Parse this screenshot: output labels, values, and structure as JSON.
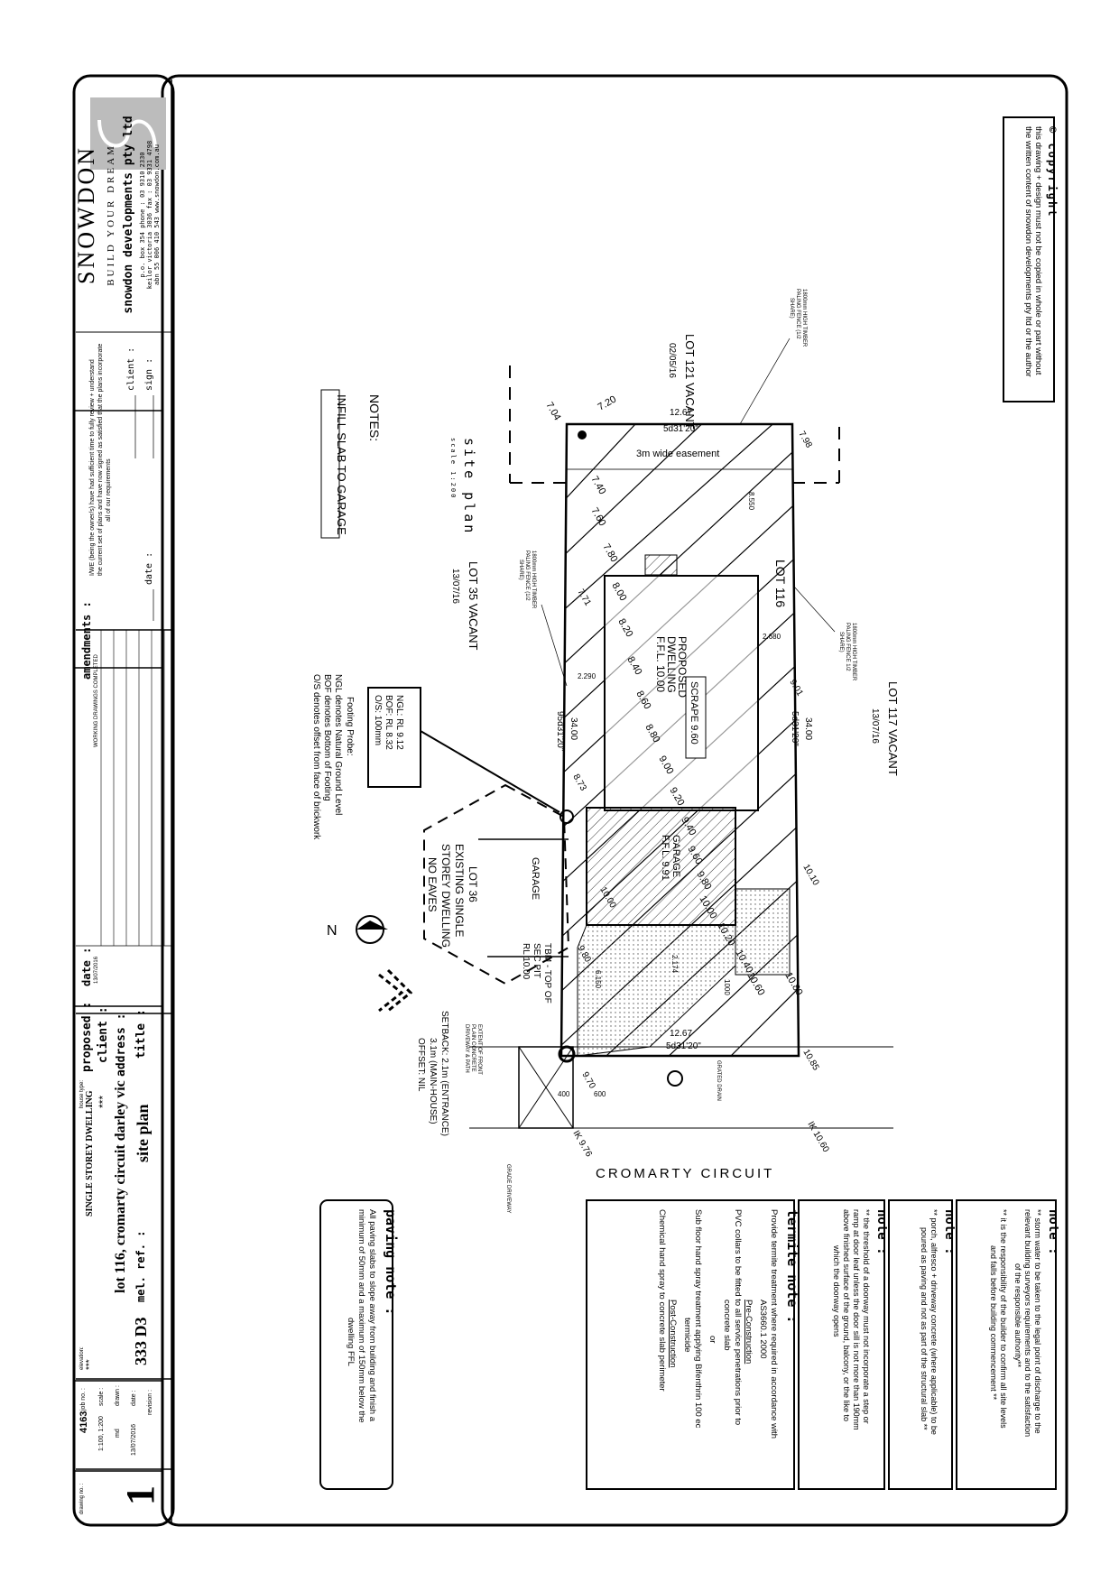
{
  "copyright": {
    "heading": "© copyright",
    "lines": [
      "this drawing + design must not be copied in whole or part without",
      "the written content of snowdon developments pty ltd or the author"
    ]
  },
  "notes_general": {
    "heading": "note :",
    "lines": [
      "** storm water to be taken to the legal point of discharge to the",
      "relevant building surveyors requirements and to the satisfaction",
      "of the responsible authority**",
      "** it is the responsibility of the builder to confirm all site levels",
      "and falls before building commencement **"
    ]
  },
  "note_porch": {
    "heading": "note :",
    "lines": [
      "** porch, alfresco + driveway concrete (where applicable) to be",
      "poured as paving and not as part of the structural slab **"
    ]
  },
  "note_threshold": {
    "heading": "note :",
    "lines": [
      "** the threshold of a doorway must not incorporate a step or",
      "ramp at door leaf unless the door sill is not more than 190mm",
      "above finished surface of the ground, balcony, or the like to",
      "which the doorway opens"
    ]
  },
  "termite_note": {
    "heading": "termite note :",
    "lines": [
      "Provide termite treatment where required in accordance with",
      "AS3660.1 2000",
      "Pre-Construction",
      "PVC collars to be fitted to all service penetrations prior to",
      "concrete slab",
      "or",
      "Sub floor hand spray treatment applying Bifenthrin 100 ec",
      "termicide",
      "Post-Construction",
      "Chemical hand spray to concrete slab perimeter"
    ]
  },
  "paving_note": {
    "heading": "paving note :",
    "lines": [
      "All paving slabs to slope away from building and finish a",
      "minimum of 50mm and a maximum of 150mm below the",
      "dwelling FFL"
    ]
  },
  "notes_infill": {
    "heading": "NOTES:",
    "text": "INFILL SLAB TO GARAGE"
  },
  "site_plan_label": {
    "title": "site plan",
    "scale": "scale 1:200"
  },
  "lots": {
    "lot121": {
      "name": "LOT 121 VACANT",
      "date": "02/05/16"
    },
    "lot117": {
      "name": "LOT 117 VACANT",
      "date": "13/07/16"
    },
    "lot35": {
      "name": "LOT 35 VACANT",
      "date": "13/07/16"
    },
    "lot116": "LOT 116",
    "lot36": [
      "LOT 36",
      "EXISTING SINGLE",
      "STOREY DWELLING",
      "NO EAVES"
    ]
  },
  "fences": {
    "top": [
      "1800mm HIGH TIMBER",
      "PALING FENCE (1/2",
      "SHARE)"
    ],
    "right": [
      "1800mm HIGH TIMBER",
      "PALING FENCE 1/2",
      "SHARE)"
    ],
    "left": [
      "1800mm HIGH TIMBER",
      "PALING FENCE (1/2",
      "SHARE)"
    ]
  },
  "site": {
    "easement": "3m wide easement",
    "dwelling": [
      "PROPOSED",
      "DWELLING",
      "F.F.L. 10.00"
    ],
    "scrape": "SCRAPE 9.60",
    "garage": [
      "GARAGE",
      "F.F.L. 9.91"
    ],
    "garage_label": "GARAGE",
    "street": "CROMARTY CIRCUIT",
    "grated_drain": "GRATED DRAIN",
    "grade_driveway": "GRADE DRIVEWAY",
    "extent": [
      "EXTENT OF FRONT",
      "PLAIN CONCRETE",
      "DRIVEWAY & PATH"
    ],
    "setback": [
      "SETBACK: 2.1m (ENTRANCE)",
      "3.1m (MAIN-HOUSE)",
      "OFFSET: NIL"
    ],
    "tbm": [
      "TBM - TOP OF",
      "SEC PIT",
      "RL 10.00"
    ],
    "north": "N",
    "ik_left": "IK 9.76",
    "ik_right": "IK 10.60"
  },
  "dimensions": {
    "top_length": "12.67",
    "top_bearing": "5d31'20\"",
    "bottom_length": "12.67",
    "bottom_bearing": "5d31'20\"",
    "left_length": "34.00",
    "left_bearing": "95d31'20\"",
    "right_length": "34.00",
    "right_bearing": "5d31'20\"",
    "d8550": "8.550",
    "d2680": "2.680",
    "d2290": "2.290",
    "d400": "400",
    "d600": "600",
    "d1000": "1000",
    "d6150": "6.150",
    "d2174": "2.174"
  },
  "contours": [
    "7.04",
    "7.20",
    "7.40",
    "7.60",
    "7.80",
    "8.00",
    "8.20",
    "8.40",
    "8.60",
    "8.80",
    "9.00",
    "9.20",
    "9.40",
    "9.60",
    "9.80",
    "10.00",
    "10.20",
    "10.40",
    "10.60",
    "10.80"
  ],
  "spot_levels": [
    "7.98",
    "7.71",
    "9.01",
    "8.73",
    "10.10",
    "10.85",
    "9.80",
    "9.70",
    "10.00"
  ],
  "footing": {
    "box": [
      "NGL: RL 9.12",
      "BOF: RL 8.32",
      "O/S: 100mm"
    ],
    "heading": "Footing Probe:",
    "lines": [
      "NGL denotes Natural Ground Level",
      "BOF denotes Bottom of Footing",
      "O/S denotes offset from face of brickwork"
    ]
  },
  "title_block": {
    "brand": "SNOWDON",
    "tagline": "BUILD YOUR DREAM",
    "company": "snowdon developments pty ltd",
    "contact": [
      "p.o. box 354    phone : 03 9310 2330",
      "keilor victoria 3036    fax : 03 9331 4798",
      "abn 55 006 410 543 www.snowdon.com.au"
    ],
    "declaration": [
      "I/WE (being the owner/s) have had sufficient time to fully review + understand",
      "the current set of plans and have now signed as satisfied that the plans incorporate",
      "all of our requirements"
    ],
    "client_label": "client :",
    "sign_label": "sign :",
    "date_label": "date :",
    "amendments_label": "amendments :",
    "amendment_row": "WORKING DRAWINGS COMPLETED",
    "amendment_date": "13/07/2016",
    "proposed_label": "proposed :",
    "house_type_label": "house type:",
    "proposed_value": "SINGLE STOREY DWELLING",
    "elevation_label": "elevation:",
    "elevation_value": "***",
    "client_value": "***",
    "address_label": "address :",
    "address_value": "lot 116, cromarty circuit darley vic",
    "title_label": "title :",
    "title_value": "site plan",
    "melref_label": "mel. ref. :",
    "melref_value": "333 D3",
    "job_no_label": "job no. :",
    "job_no": "4163",
    "scale_label": "scale :",
    "scale_value": "1:100, 1:200",
    "drawn_label": "drawn :",
    "drawn_value": "md",
    "date2_label": "date :",
    "date2_value": "13/07/2016",
    "revision_label": "revision :",
    "drawing_no_label": "drawing no. :",
    "drawing_no": "1"
  }
}
